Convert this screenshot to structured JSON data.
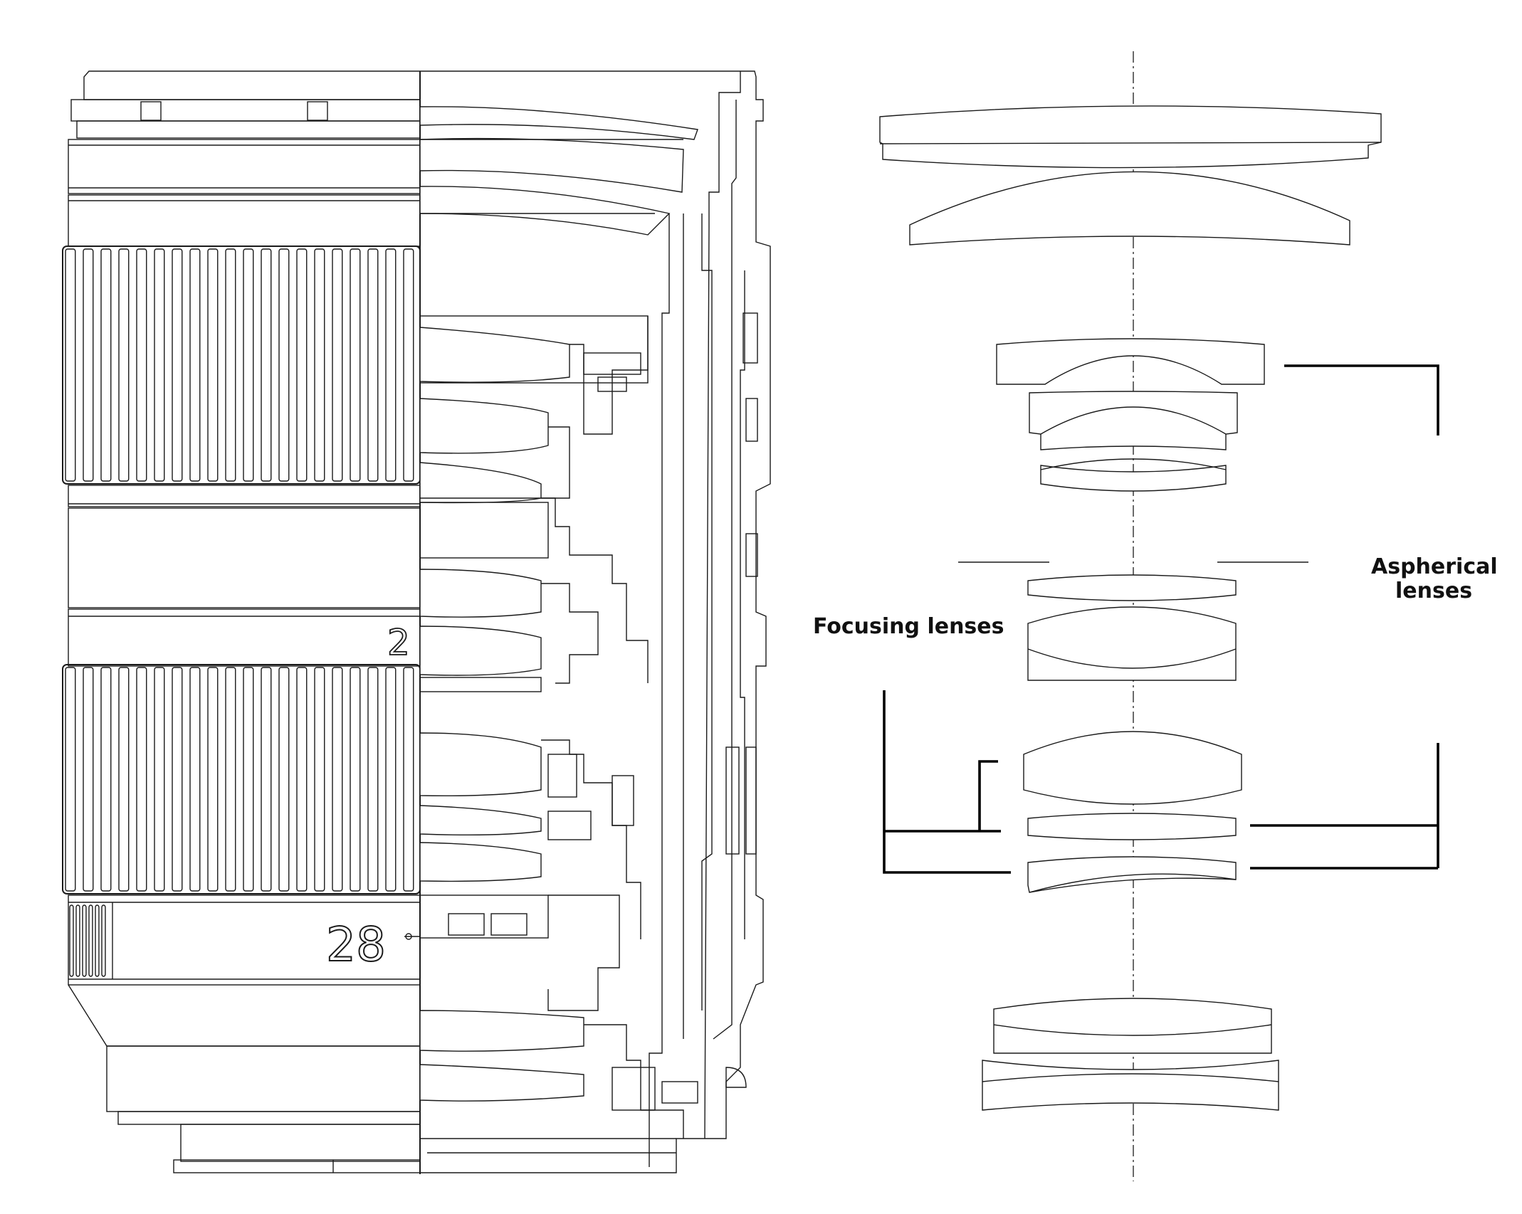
{
  "labels": {
    "focusing": "Focusing lenses",
    "aspherical_line1": "Aspherical",
    "aspherical_line2": "lenses"
  },
  "lens_barrel": {
    "focal_length": "28",
    "aperture_marking": "2"
  },
  "colors": {
    "line": "#1a1a1a",
    "background": "#ffffff"
  }
}
